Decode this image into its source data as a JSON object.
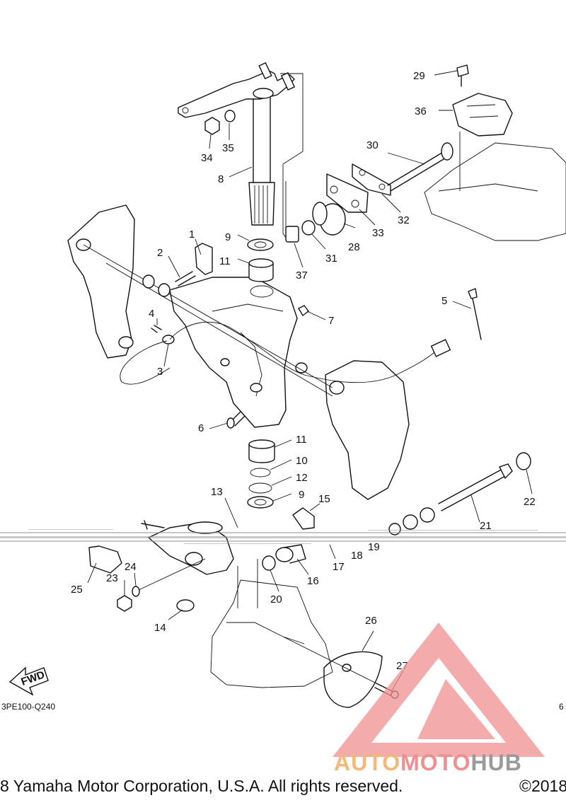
{
  "diagram": {
    "part_numbers": [
      "1",
      "2",
      "3",
      "4",
      "5",
      "6",
      "7",
      "8",
      "9",
      "10",
      "11",
      "12",
      "13",
      "14",
      "15",
      "16",
      "17",
      "18",
      "19",
      "20",
      "21",
      "22",
      "23",
      "24",
      "25",
      "26",
      "27",
      "28",
      "29",
      "30",
      "31",
      "32",
      "33",
      "34",
      "35",
      "36",
      "37"
    ],
    "code_left": "3PE100-Q240",
    "code_right": "6",
    "fwd_label": "FWD"
  },
  "footer": {
    "copyright": "8 Yamaha Motor Corporation, U.S.A. All rights reserved.",
    "year": "©2018"
  },
  "watermark": {
    "part1": "AUTO",
    "part2": "MOTO",
    "part3": "HUB",
    "colors": {
      "triangle": "#f08f8f",
      "auto": "#f5b87a",
      "moto": "#f08f8f",
      "hub": "#9a9a9a"
    }
  }
}
